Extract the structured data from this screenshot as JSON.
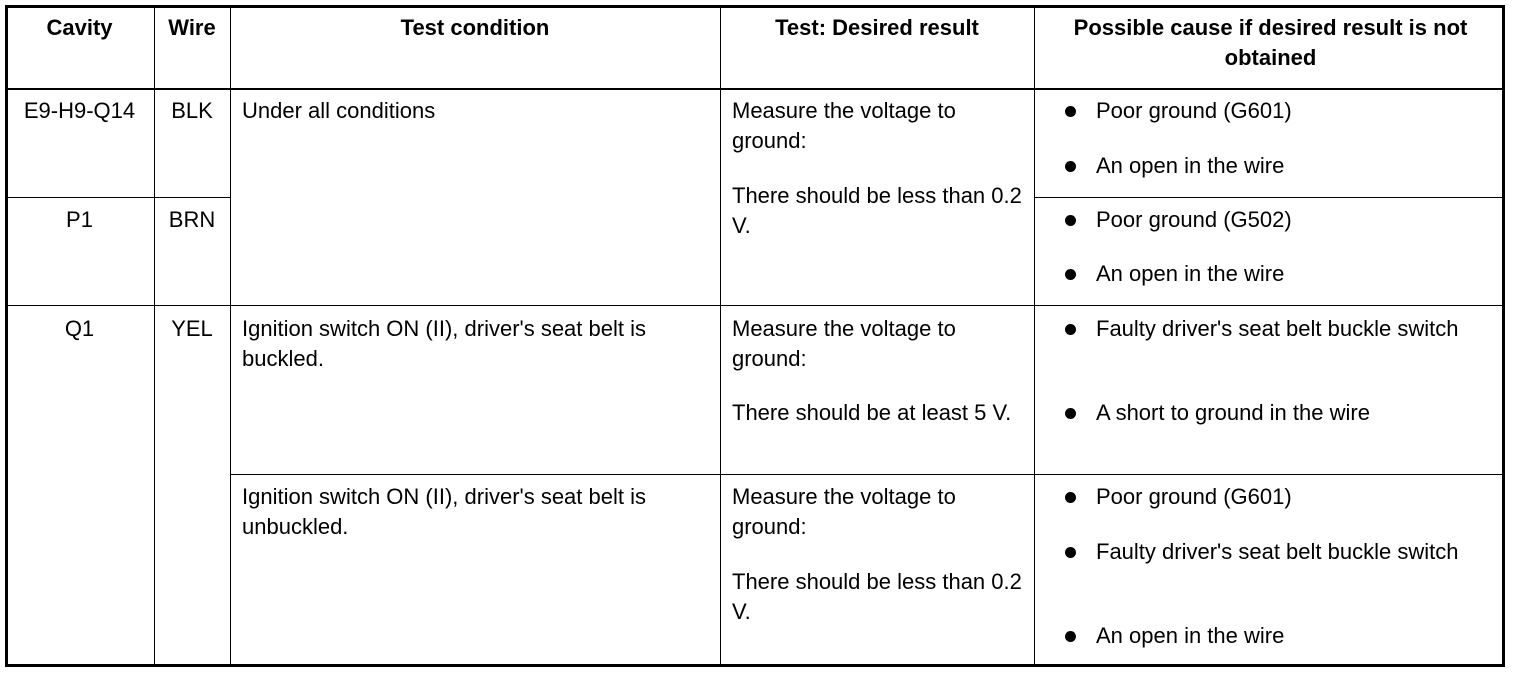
{
  "headers": {
    "cavity": "Cavity",
    "wire": "Wire",
    "test_condition": "Test condition",
    "desired_result": "Test: Desired result",
    "possible_cause": "Possible cause if desired result is not obtained"
  },
  "rows": [
    {
      "cavity": "E9-H9-Q14",
      "wire": "BLK",
      "condition": "Under all conditions",
      "result_measure": "Measure the voltage to ground:",
      "result_value": "There should be less than 0.2 V.",
      "causes": [
        "Poor ground (G601)",
        "An open in the wire"
      ]
    },
    {
      "cavity": "P1",
      "wire": "BRN",
      "causes": [
        "Poor ground (G502)",
        "An open in the wire"
      ]
    },
    {
      "cavity": "Q1",
      "wire": "YEL",
      "condition": "Ignition switch ON (II), driver's seat belt is buckled.",
      "result_measure": "Measure the voltage to ground:",
      "result_value": "There should be at least 5 V.",
      "causes": [
        "Faulty driver's seat belt buckle switch",
        "A short to ground in the wire"
      ]
    },
    {
      "condition": "Ignition switch ON (II), driver's seat belt is unbuckled.",
      "result_measure": "Measure the voltage to ground:",
      "result_value": "There should be less than 0.2 V.",
      "causes": [
        "Poor ground (G601)",
        "Faulty driver's seat belt buckle switch",
        "An open in the wire"
      ]
    }
  ]
}
